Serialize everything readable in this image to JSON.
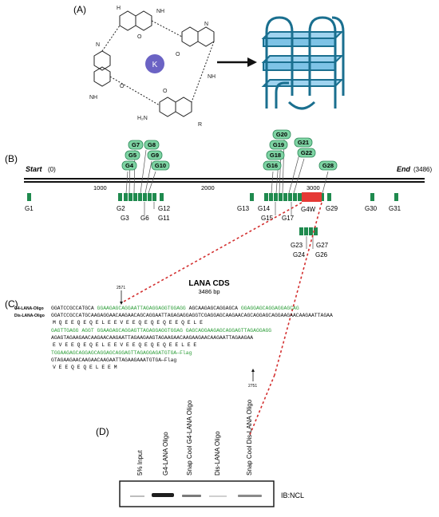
{
  "panels": {
    "a_label": "(A)",
    "b_label": "(B)",
    "c_label": "(C)",
    "d_label": "(D)"
  },
  "panel_a": {
    "ion": "K",
    "molecule_text": {
      "nh": "H",
      "nh_upper": "N",
      "nh2": "NH",
      "h2n": "H₂N",
      "o": "O",
      "r": "R"
    }
  },
  "panel_b": {
    "start_label": "Start",
    "start_value": "(0)",
    "end_label": "End",
    "end_value": "(3486)",
    "ticks": [
      "1000",
      "2000",
      "3000"
    ],
    "g4w_label": "G4W",
    "pills": [
      {
        "label": "G7"
      },
      {
        "label": "G8"
      },
      {
        "label": "G5"
      },
      {
        "label": "G9"
      },
      {
        "label": "G4"
      },
      {
        "label": "G10"
      },
      {
        "label": "G20"
      },
      {
        "label": "G19"
      },
      {
        "label": "G21"
      },
      {
        "label": "G18"
      },
      {
        "label": "G22"
      },
      {
        "label": "G16"
      },
      {
        "label": "G28"
      }
    ],
    "below_labels": [
      "G1",
      "G2",
      "G3",
      "G6",
      "G12",
      "G11",
      "G13",
      "G14",
      "G15",
      "G17",
      "G29",
      "G30",
      "G31",
      "G23",
      "G27",
      "G24",
      "G26"
    ]
  },
  "panel_c": {
    "title": "LANA CDS",
    "subtitle": "3486 bp",
    "start_pos": "2571",
    "end_pos": "2751",
    "row1_g4_label": "G4-LANA-Oligo",
    "row1_dis_label": "Dis-LANA-Oligo",
    "seq_lines": [
      {
        "a": "GGATCCGCCATGCA",
        "b": "GGAAGAGCAGGAATTAGAGGAGGTGGAGG",
        "c": "AGCAAGAGCAGGAGCA",
        "d": "GGAGGAGCAGGAGGAGCAG"
      },
      {
        "a": "GGATCCGCCATGCAAGAGGAACAAGAACAGCAGGAATTAGAGAGGAGGTCGAGGAGCAAGAACAGCAGGAGCAGGAAGAACAAGAATTAGAA"
      }
    ],
    "aa1": "M  Q  E  E  Q  E  Q  E  L  E  E  V  E  E  Q  E  Q  E  Q  E  E  Q  E  L  E",
    "seq_line3": "GAGTTGAGG AGGT GGAAGAGCAGGAGTTAGAGGAGGTGGAG GAGCAGGAAGAGCAGGAGTTAGAGGAGG",
    "seq_line4": "AGAGTAGAAGAACAAGAACAAGAATTAGAAGAAGTAGAAGAACAAGAAGAACAAGAATTAGAAGAA",
    "aa2": "E  V  E  E  Q  E  Q  E  L  E  E  V  E  E  Q  E  Q  E  Q  E  E  L  E  E",
    "seq_line5": "TGGAAGAGCAGGAGCAGGAGCAGGAGTTAGAGGAGATGTGA—Flag",
    "seq_line6": "GTAGAAGAACAAGAACAAGAATTAGAAGAAATGTGA—Flag",
    "aa3": "V  E  E  Q  E  Q  E  L  E  E  M"
  },
  "panel_d": {
    "lanes": [
      "5% Input",
      "G4-LANA Oligo",
      "Snap Cool G4-LANA Oligo",
      "Dis-LANA Oligo",
      "Snap Cool Dis-LANA Oligo"
    ],
    "blot_label": "IB:NCL"
  },
  "colors": {
    "teal": "#1a6f8f",
    "pill_fill": "#7ed3a3",
    "pill_stroke": "#2e8a5a",
    "gbox": "#1f8a4e",
    "g4w_box": "#e53935",
    "red_dash": "#d32f2f",
    "seq_green": "#2e9e3a",
    "seq_red": "#d32f2f",
    "ion_fill": "#6b63c4"
  }
}
